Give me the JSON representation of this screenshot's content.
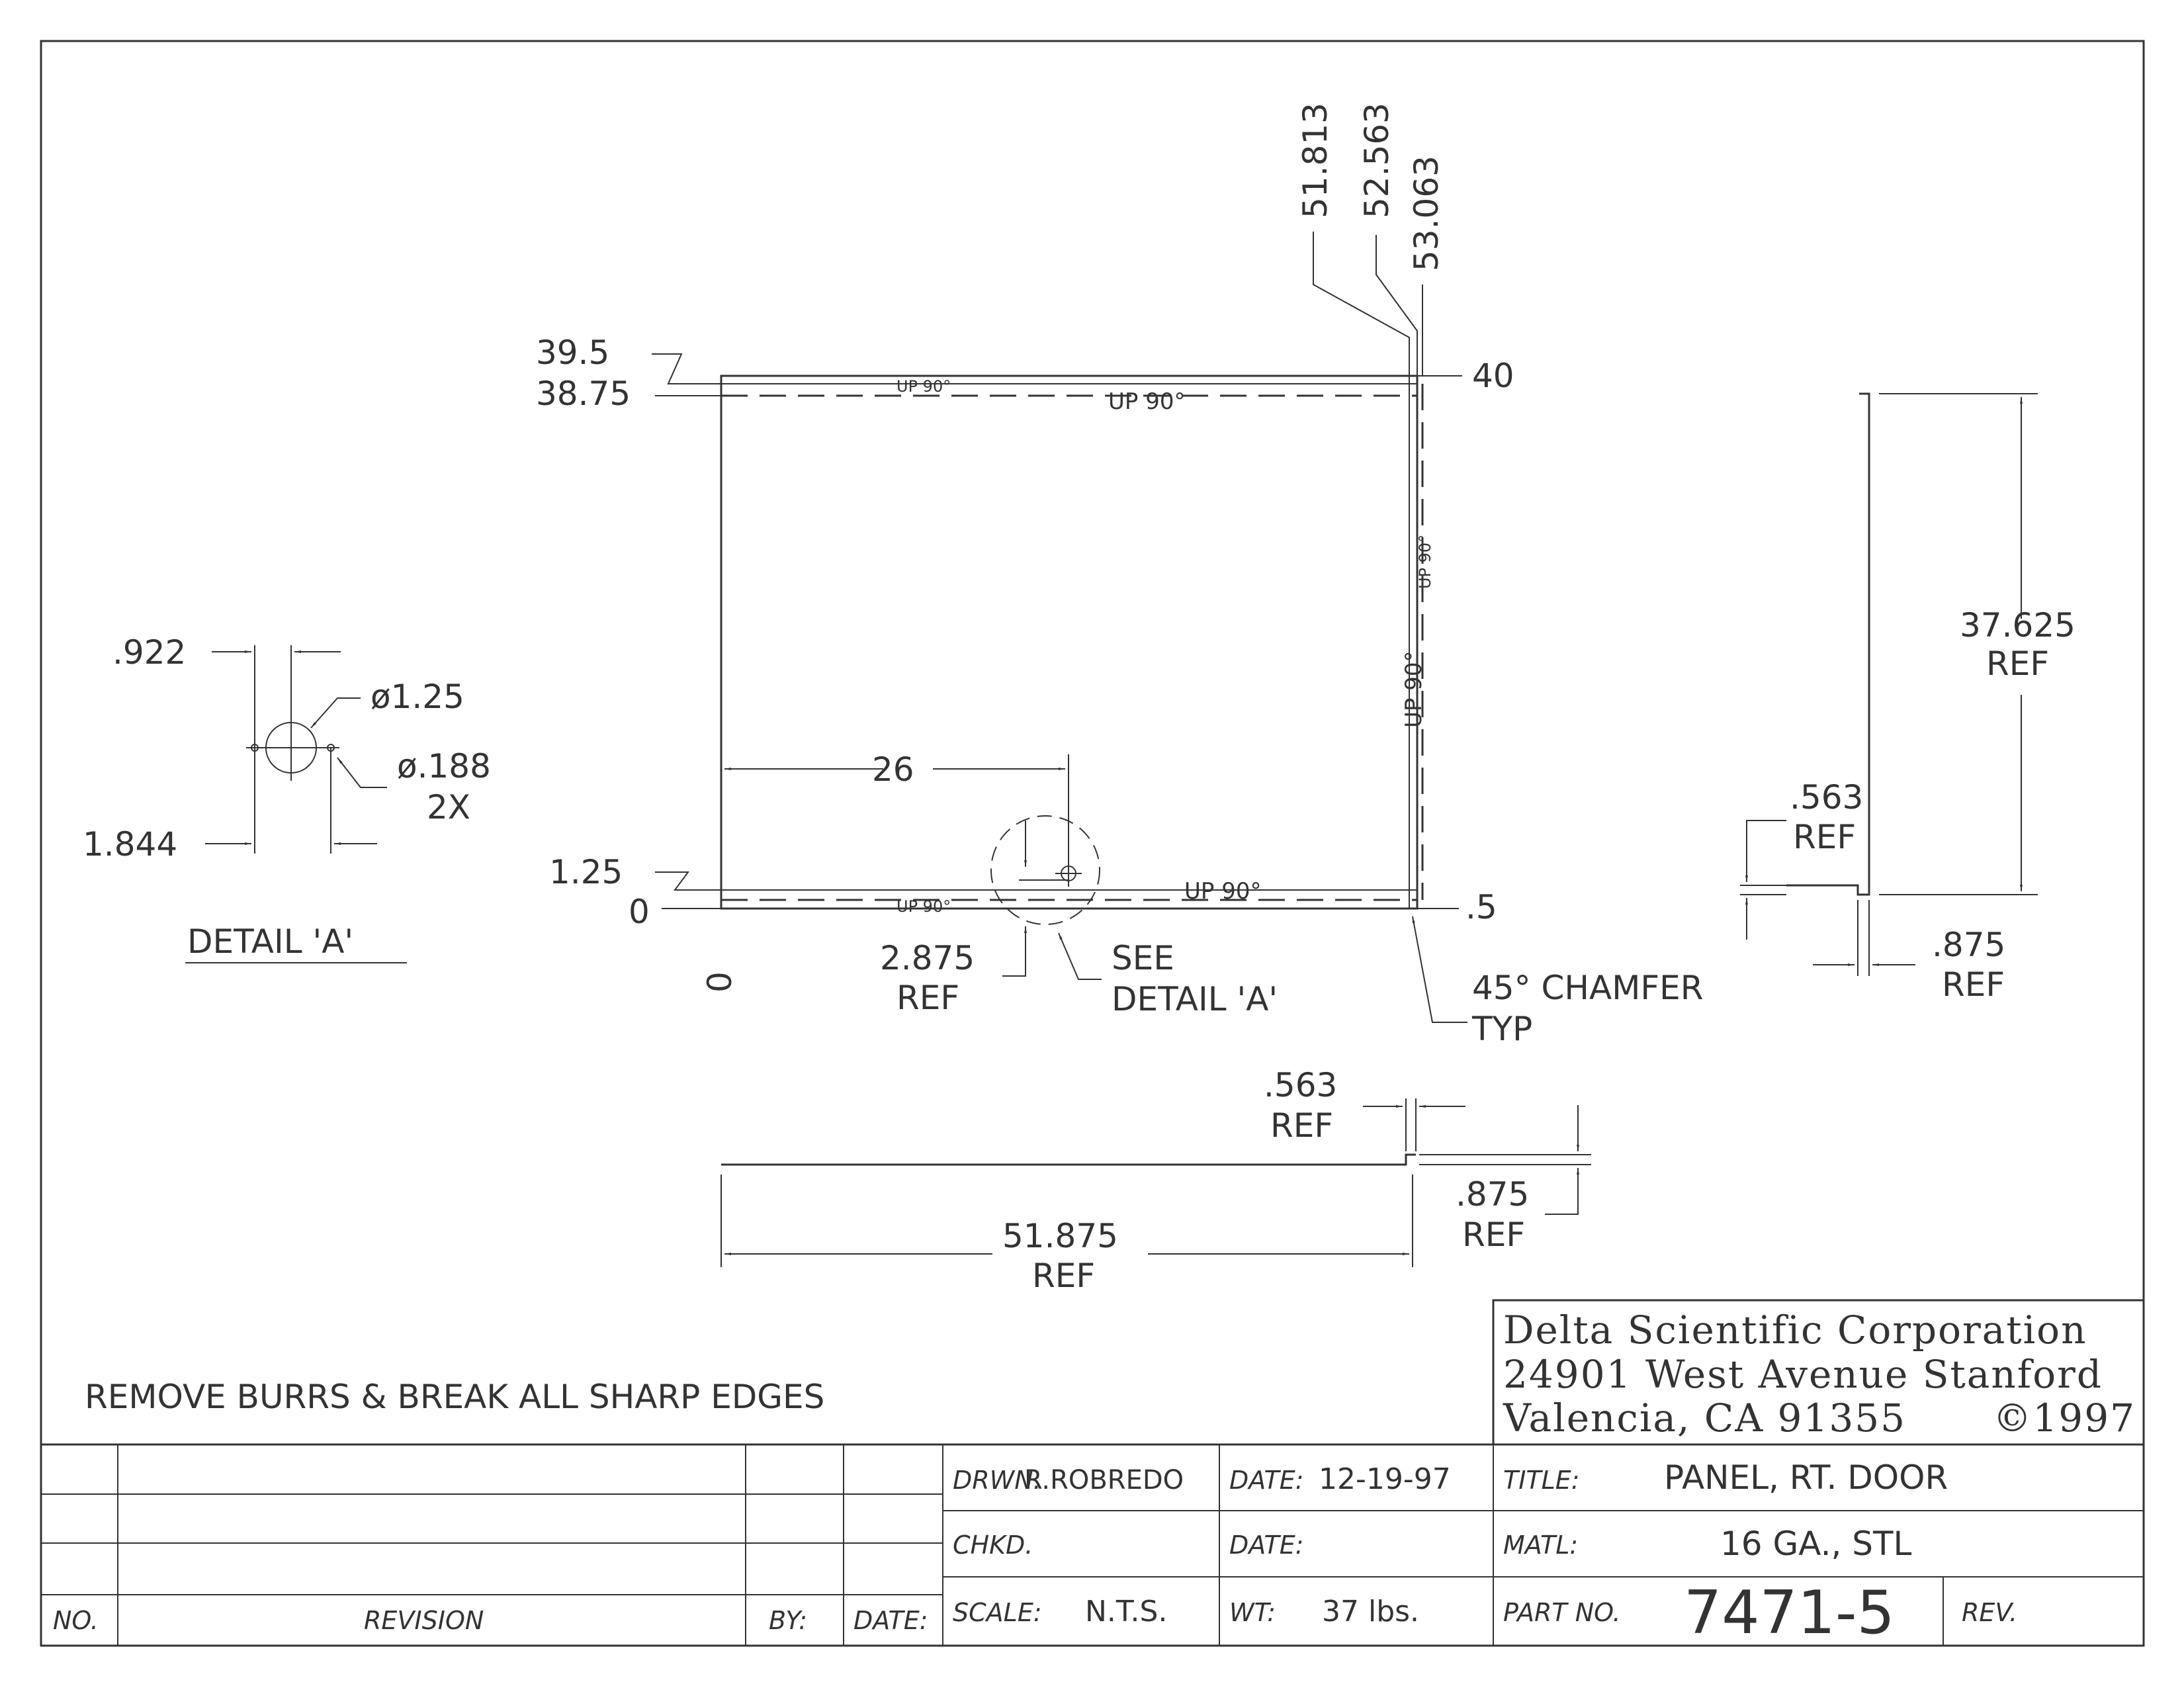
{
  "main_view": {
    "top_bend_1": "39.5",
    "top_bend_2": "38.75",
    "left_bend_1": "1.25",
    "left_zero": "0",
    "bottom_zero": "0",
    "right_top": "40",
    "right_bottom": ".5",
    "col_1": "51.813",
    "col_2": "52.563",
    "col_3": "53.063",
    "hole_x": "26",
    "hole_y_ref_value": "2.875",
    "hole_y_ref_word": "REF",
    "see_detail_1": "SEE",
    "see_detail_2": "DETAIL 'A'",
    "chamfer_1": "45° CHAMFER",
    "chamfer_2": "TYP",
    "up_90": "UP 90°"
  },
  "detail_a": {
    "title": "DETAIL 'A'",
    "dim_922": ".922",
    "dim_1844": "1.844",
    "dia_large": "ø1.25",
    "dia_small": "ø.188",
    "dia_small_qty": "2X"
  },
  "side_view": {
    "height_value": "37.625",
    "height_ref": "REF",
    "flange_value": ".563",
    "flange_ref": "REF",
    "return_value": ".875",
    "return_ref": "REF"
  },
  "bottom_view": {
    "flange_value": ".563",
    "flange_ref": "REF",
    "return_value": ".875",
    "return_ref": "REF",
    "length_value": "51.875",
    "length_ref": "REF"
  },
  "note": "REMOVE BURRS & BREAK ALL SHARP EDGES",
  "company": {
    "line1": "Delta Scientific Corporation",
    "line2": "24901 West Avenue Stanford",
    "line3_left": "Valencia, CA 91355",
    "line3_right": "©1997"
  },
  "title_block": {
    "drwn_label": "DRWN.",
    "drwn_value": "R.ROBREDO",
    "date_label": "DATE:",
    "date_value": "12-19-97",
    "chkd_label": "CHKD.",
    "date2_label": "DATE:",
    "scale_label": "SCALE:",
    "scale_value": "N.T.S.",
    "wt_label": "WT:",
    "wt_value": "37 lbs.",
    "title_label": "TITLE:",
    "title_value": "PANEL, RT. DOOR",
    "matl_label": "MATL:",
    "matl_value": "16 GA., STL",
    "part_label": "PART NO.",
    "part_value": "7471-5",
    "rev_label": "REV."
  },
  "revision_block": {
    "no_label": "NO.",
    "revision_label": "REVISION",
    "by_label": "BY:",
    "date_label": "DATE:"
  }
}
